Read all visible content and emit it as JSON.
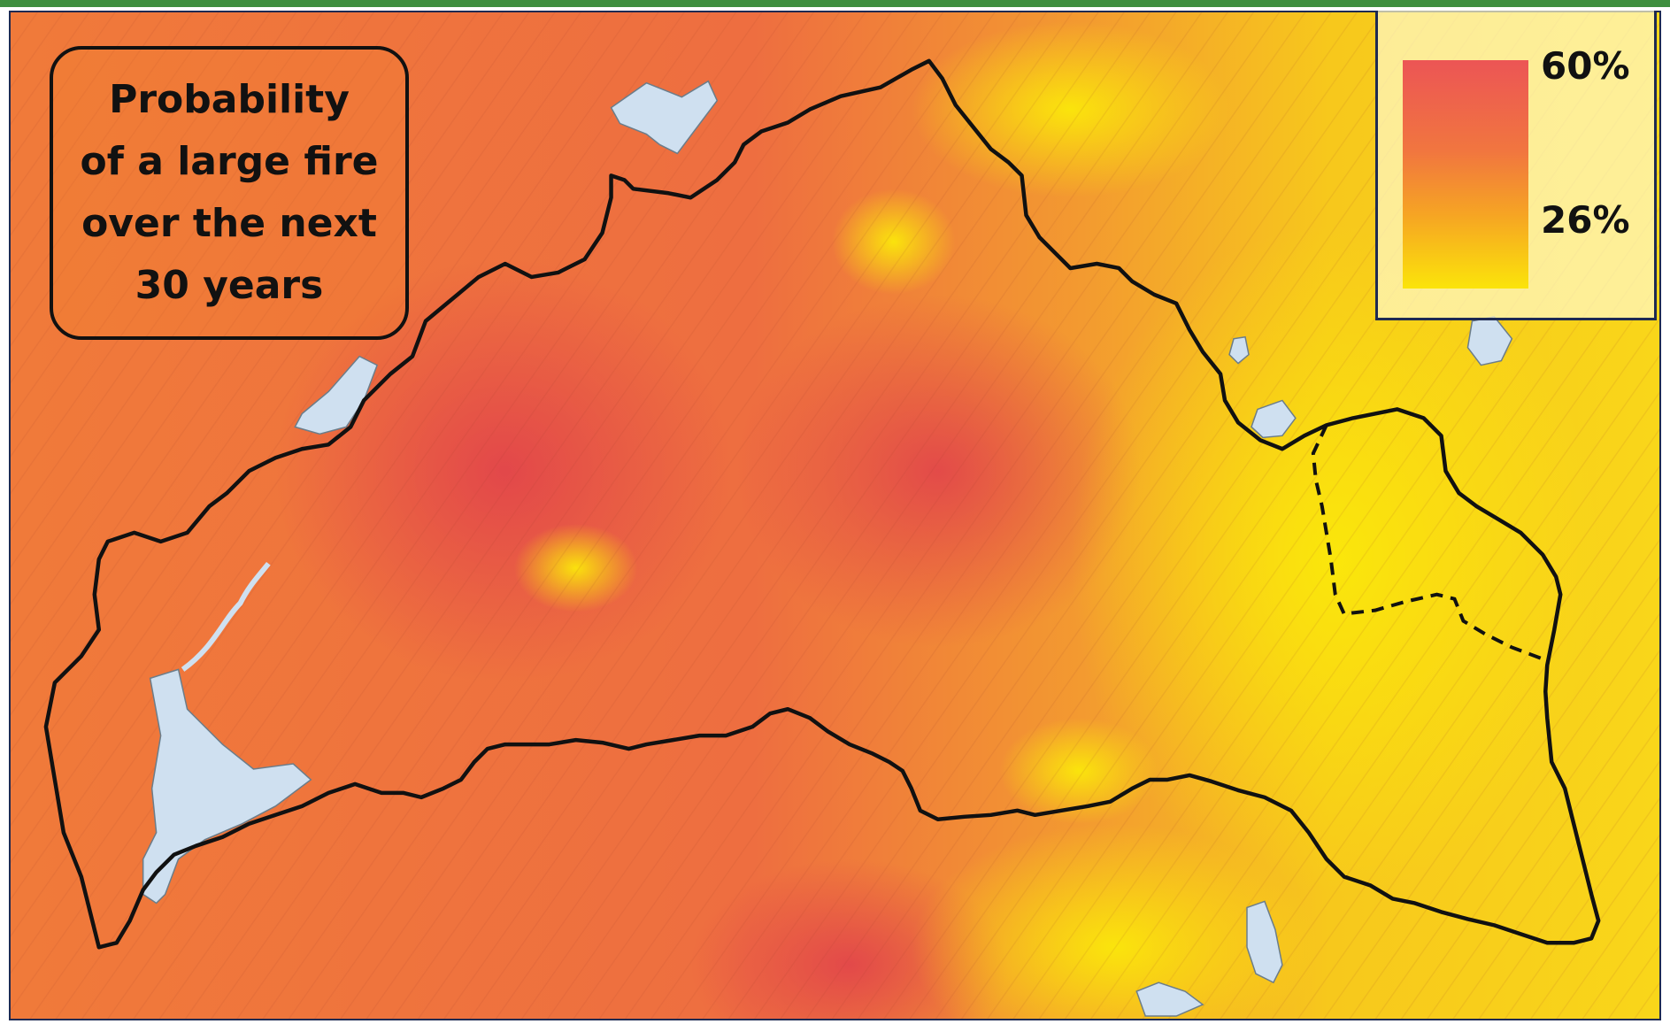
{
  "title": {
    "lines": [
      "Probability",
      "of a large fire",
      "over the next",
      "30 years"
    ]
  },
  "legend": {
    "max_label": "60%",
    "mid_label": "26%",
    "colors": {
      "high": "#ec5555",
      "mid": "#f6a523",
      "low": "#fbe40a"
    }
  },
  "map": {
    "background_colors": {
      "high_risk": "#e8624a",
      "medium_risk": "#f08a3a",
      "low_risk": "#f7d21a"
    },
    "water_color": "#cfe0f0",
    "boundary_color": "#111111"
  }
}
